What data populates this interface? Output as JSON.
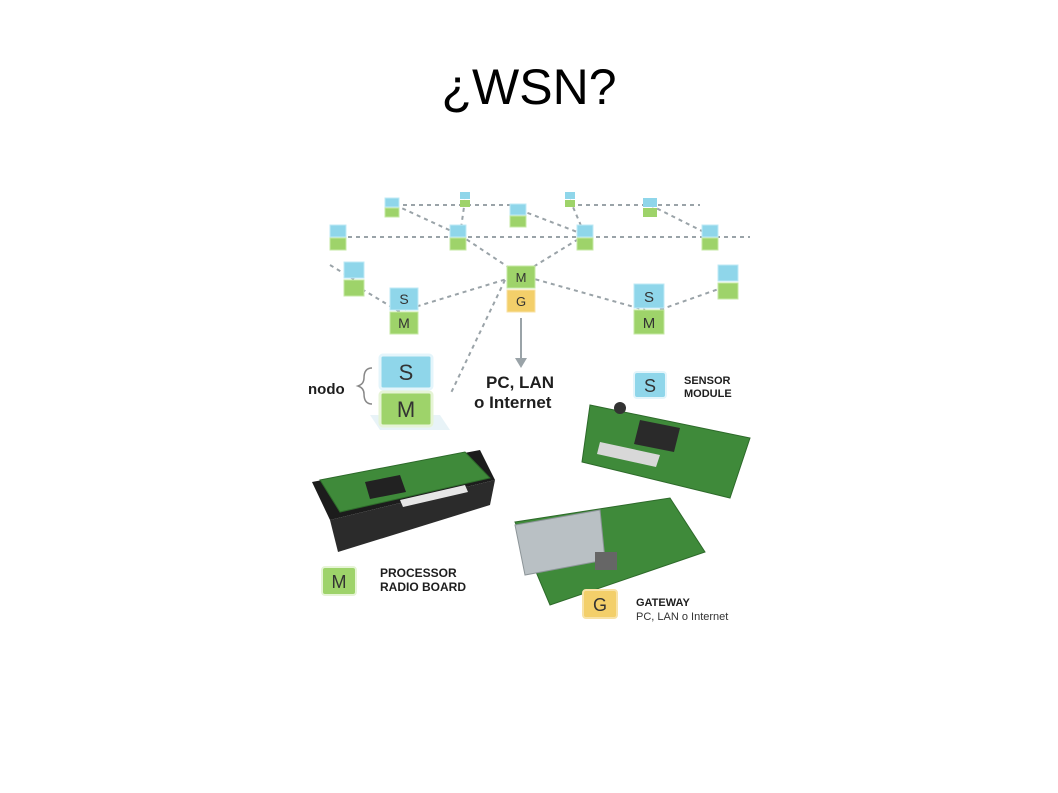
{
  "slide": {
    "title": "¿WSN?"
  },
  "diagram": {
    "module_letters": {
      "sensor": "S",
      "processor": "M",
      "gateway": "G"
    },
    "node_label": "nodo",
    "uplink_label_1": "PC, LAN",
    "uplink_label_2": "o Internet",
    "sensor_label_1": "SENSOR",
    "sensor_label_2": "MODULE",
    "processor_label_1": "PROCESSOR",
    "processor_label_2": "RADIO BOARD",
    "gateway_label_1": "GATEWAY",
    "gateway_label_2": "PC, LAN o Internet"
  },
  "colors": {
    "sensor": "#8fd6ea",
    "processor": "#9ed36a",
    "gateway": "#f3cf6a",
    "link": "#9aa3a8",
    "board": "#3f8a3a"
  }
}
